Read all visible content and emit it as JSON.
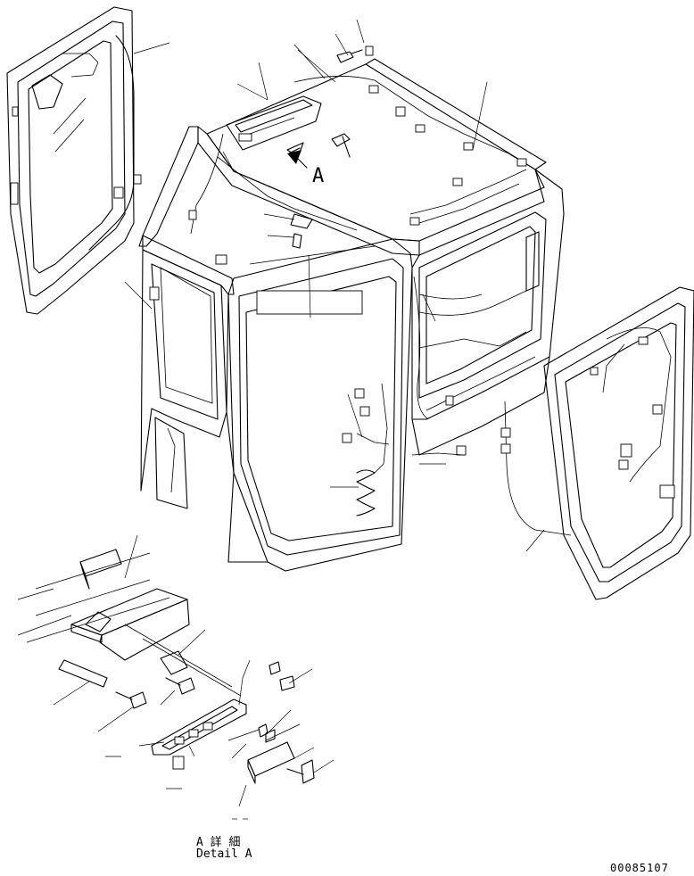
{
  "view_label": "A",
  "detail_label_jp": "A 詳 細",
  "detail_label_en": "Detail A",
  "drawing_number": "00085107"
}
